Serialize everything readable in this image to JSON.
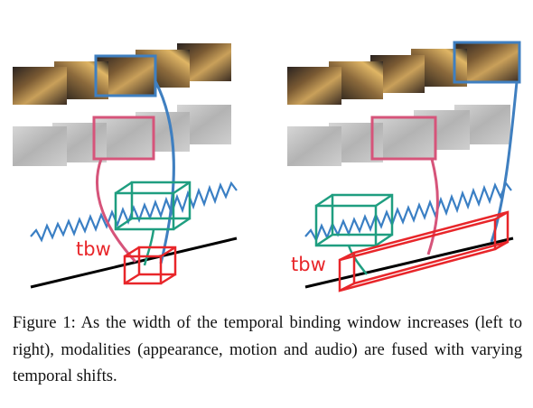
{
  "figure": {
    "label_left": "tbw",
    "label_right": "tbw",
    "colors": {
      "appearance": "#3f7fc0",
      "motion": "#d6547a",
      "audio_waveform": "#3a7fc4",
      "audio_box": "#1f9e80",
      "tbw_box": "#e8262a",
      "time_axis": "#000000"
    }
  },
  "caption": {
    "text": "Figure 1: As the width of the temporal binding window increases (left to right), modalities (appearance, motion and audio) are fused with varying temporal shifts."
  }
}
